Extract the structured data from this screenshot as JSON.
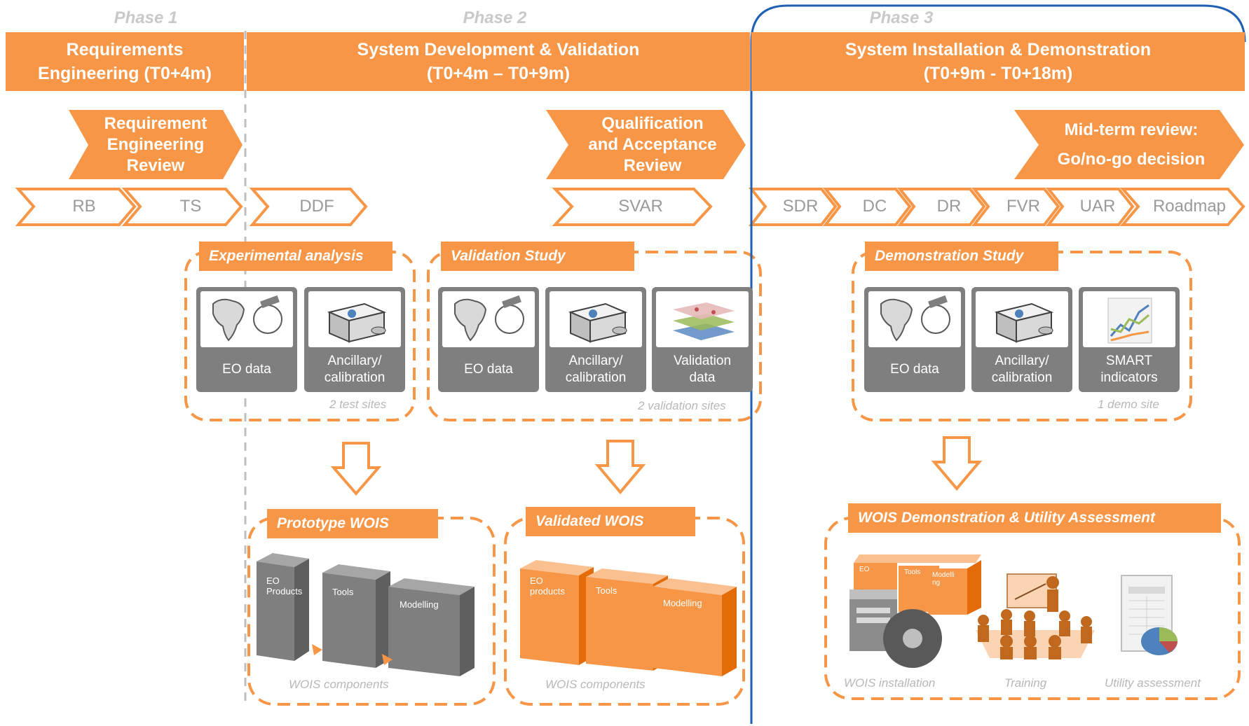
{
  "phases": [
    {
      "label": "Phase 1",
      "title_line1": "Requirements",
      "title_line2": "Engineering (T0+4m)"
    },
    {
      "label": "Phase 2",
      "title_line1": "System Development & Validation",
      "title_line2": "(T0+4m – T0+9m)"
    },
    {
      "label": "Phase 3",
      "title_line1": "System Installation & Demonstration",
      "title_line2": "(T0+9m - T0+18m)"
    }
  ],
  "milestones": [
    {
      "line1": "Requirement",
      "line2": "Engineering",
      "line3": "Review"
    },
    {
      "line1": "Qualification",
      "line2": "and Acceptance",
      "line3": "Review"
    },
    {
      "line1": "Mid-term review:",
      "line2": "Go/no-go decision"
    }
  ],
  "deliverables": [
    "RB",
    "TS",
    "DDF",
    "SVAR",
    "SDR",
    "DC",
    "DR",
    "FVR",
    "UAR",
    "Roadmap"
  ],
  "studies": [
    {
      "title": "Experimental analysis",
      "note": "2 test sites",
      "cards": [
        {
          "line1": "EO data",
          "line2": ""
        },
        {
          "line1": "Ancillary/",
          "line2": "calibration"
        }
      ]
    },
    {
      "title": "Validation Study",
      "note": "2 validation sites",
      "cards": [
        {
          "line1": "EO data",
          "line2": ""
        },
        {
          "line1": "Ancillary/",
          "line2": "calibration"
        },
        {
          "line1": "Validation",
          "line2": "data"
        }
      ]
    },
    {
      "title": "Demonstration Study",
      "note": "1 demo site",
      "cards": [
        {
          "line1": "EO data",
          "line2": ""
        },
        {
          "line1": "Ancillary/",
          "line2": "calibration"
        },
        {
          "line1": "SMART",
          "line2": "indicators"
        }
      ]
    }
  ],
  "outputs": [
    {
      "title": "Prototype WOIS",
      "note": "WOIS components",
      "cubes": [
        [
          "EO",
          "Products"
        ],
        [
          "Tools"
        ],
        [
          "Modelling"
        ]
      ]
    },
    {
      "title": "Validated WOIS",
      "note": "WOIS components",
      "cubes": [
        [
          "EO",
          "products"
        ],
        [
          "Tools"
        ],
        [
          "Modelling"
        ]
      ]
    },
    {
      "title": "WOIS Demonstration & Utility Assessment",
      "items": [
        "WOIS installation",
        "Training",
        "Utility assessment"
      ],
      "mini_cubes": [
        [
          "EO"
        ],
        [
          "Tools"
        ],
        [
          "Modelli",
          "ng"
        ]
      ]
    }
  ],
  "colors": {
    "orange": "#f79646",
    "grey": "#7f7f7f",
    "phase3_border": "#1f5fb4",
    "faint_text": "#c9c9c9"
  }
}
